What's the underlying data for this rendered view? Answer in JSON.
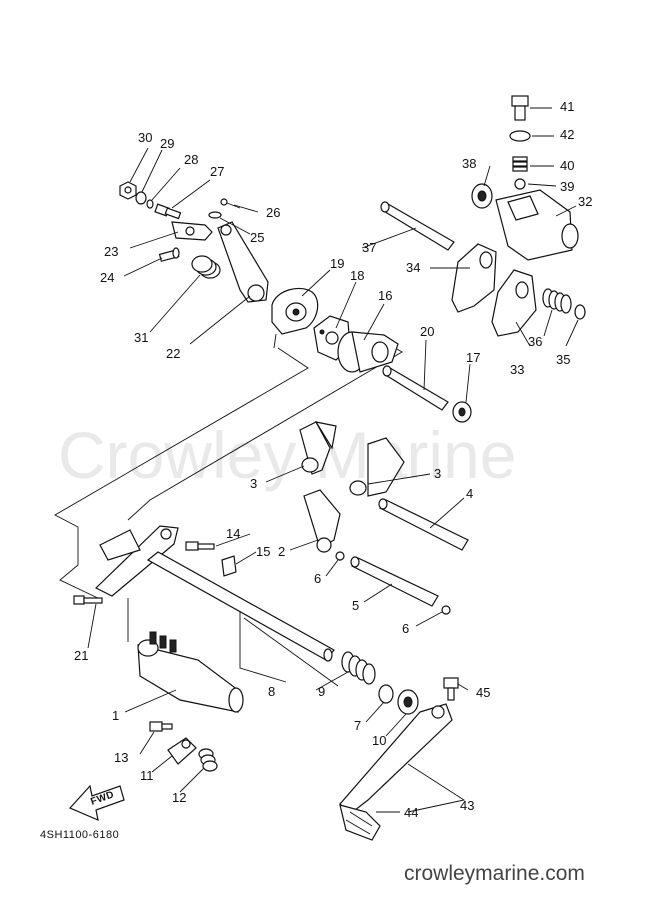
{
  "watermark": "Crowley Marine",
  "footer_site": "crowleymarine.com",
  "diagram_code": "4SH1100-6180",
  "fwd_label": "FWD",
  "callouts": [
    {
      "id": "c1",
      "label": "1"
    },
    {
      "id": "c2",
      "label": "2"
    },
    {
      "id": "c3a",
      "label": "3"
    },
    {
      "id": "c3b",
      "label": "3"
    },
    {
      "id": "c4",
      "label": "4"
    },
    {
      "id": "c5",
      "label": "5"
    },
    {
      "id": "c6a",
      "label": "6"
    },
    {
      "id": "c6b",
      "label": "6"
    },
    {
      "id": "c7",
      "label": "7"
    },
    {
      "id": "c8",
      "label": "8"
    },
    {
      "id": "c9",
      "label": "9"
    },
    {
      "id": "c10",
      "label": "10"
    },
    {
      "id": "c11",
      "label": "11"
    },
    {
      "id": "c12",
      "label": "12"
    },
    {
      "id": "c13",
      "label": "13"
    },
    {
      "id": "c14",
      "label": "14"
    },
    {
      "id": "c15",
      "label": "15"
    },
    {
      "id": "c16",
      "label": "16"
    },
    {
      "id": "c17",
      "label": "17"
    },
    {
      "id": "c18",
      "label": "18"
    },
    {
      "id": "c19",
      "label": "19"
    },
    {
      "id": "c20",
      "label": "20"
    },
    {
      "id": "c21",
      "label": "21"
    },
    {
      "id": "c22",
      "label": "22"
    },
    {
      "id": "c23",
      "label": "23"
    },
    {
      "id": "c24",
      "label": "24"
    },
    {
      "id": "c25",
      "label": "25"
    },
    {
      "id": "c26",
      "label": "26"
    },
    {
      "id": "c27",
      "label": "27"
    },
    {
      "id": "c28",
      "label": "28"
    },
    {
      "id": "c29",
      "label": "29"
    },
    {
      "id": "c30",
      "label": "30"
    },
    {
      "id": "c31",
      "label": "31"
    },
    {
      "id": "c32",
      "label": "32"
    },
    {
      "id": "c33",
      "label": "33"
    },
    {
      "id": "c34",
      "label": "34"
    },
    {
      "id": "c35",
      "label": "35"
    },
    {
      "id": "c36",
      "label": "36"
    },
    {
      "id": "c37",
      "label": "37"
    },
    {
      "id": "c38",
      "label": "38"
    },
    {
      "id": "c39",
      "label": "39"
    },
    {
      "id": "c40",
      "label": "40"
    },
    {
      "id": "c41",
      "label": "41"
    },
    {
      "id": "c42",
      "label": "42"
    },
    {
      "id": "c43",
      "label": "43"
    },
    {
      "id": "c44",
      "label": "44"
    },
    {
      "id": "c45",
      "label": "45"
    }
  ]
}
